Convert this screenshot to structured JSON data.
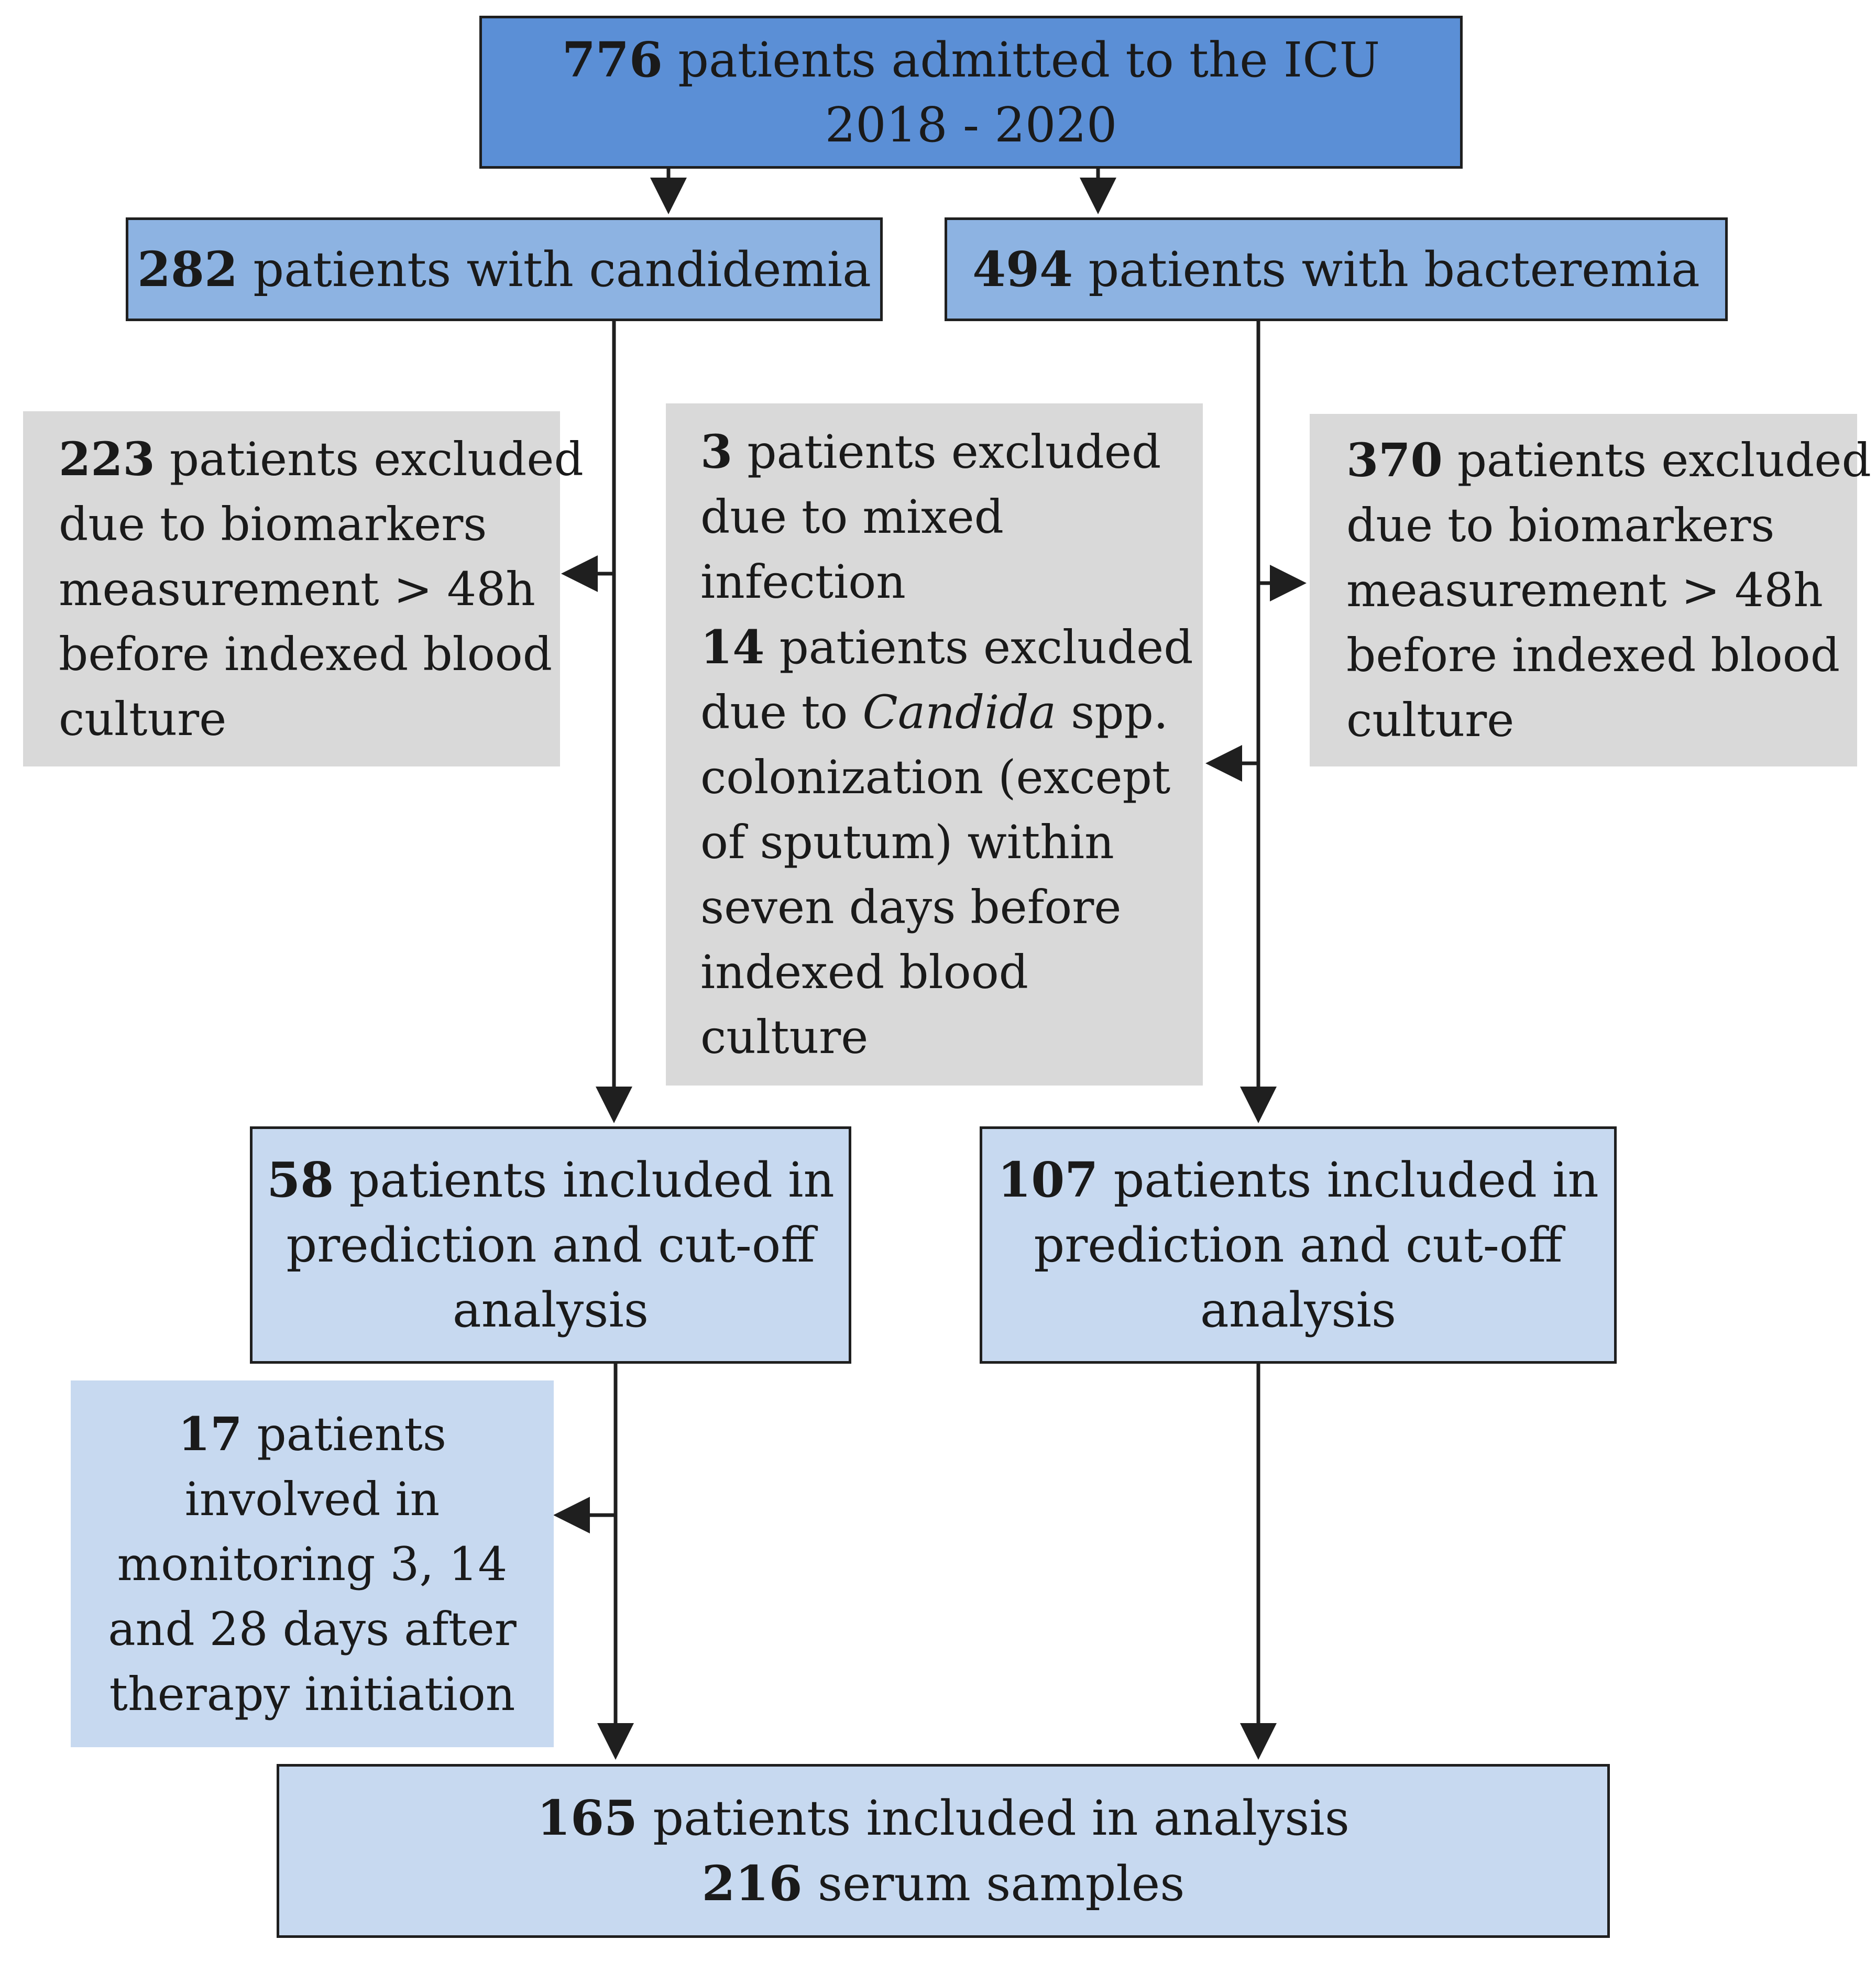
{
  "top": {
    "count": "776",
    "text": "patients admitted to the ICU",
    "years": "2018 - 2020"
  },
  "candidemia": {
    "count": "282",
    "text": "patients with candidemia"
  },
  "bacteremia": {
    "count": "494",
    "text": "patients with bacteremia"
  },
  "excluded_left": {
    "count": "223",
    "lines": [
      "patients excluded",
      "due to biomarkers",
      "measurement > 48h",
      "before indexed blood",
      "culture"
    ]
  },
  "excluded_middle": {
    "count_a": "3",
    "lines_a": [
      "patients excluded",
      "due to mixed",
      "infection"
    ],
    "count_b": "14",
    "line_b1": "patients excluded",
    "line_b2_pre": "due to",
    "line_b2_italic": "Candida",
    "line_b2_post": "spp.",
    "lines_b": [
      "colonization (except",
      "of sputum) within",
      "seven days before",
      "indexed blood",
      "culture"
    ]
  },
  "excluded_right": {
    "count": "370",
    "lines": [
      "patients excluded",
      "due to biomarkers",
      "measurement > 48h",
      "before indexed blood",
      "culture"
    ]
  },
  "included_left": {
    "count": "58",
    "lines": [
      "patients included in",
      "prediction and cut-off",
      "analysis"
    ]
  },
  "included_right": {
    "count": "107",
    "lines": [
      "patients included in",
      "prediction and cut-off",
      "analysis"
    ]
  },
  "monitoring": {
    "count": "17",
    "lines": [
      "patients",
      "involved in",
      "monitoring 3, 14",
      "and 28 days after",
      "therapy initiation"
    ]
  },
  "final": {
    "count_patients": "165",
    "text_patients": "patients included in analysis",
    "count_samples": "216",
    "text_samples": "serum samples"
  },
  "colors": {
    "top_box": "#5b8fd6",
    "group_box": "#8db3e2",
    "included_box": "#c7d9f0",
    "excluded_box": "#d9d9d9",
    "line": "#1f1f1f"
  }
}
